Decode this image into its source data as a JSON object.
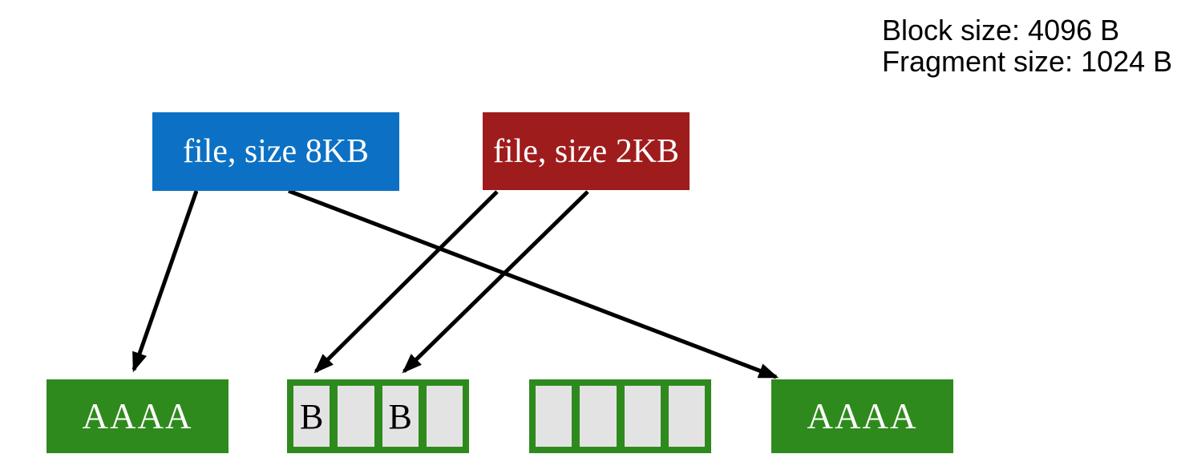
{
  "header": {
    "block_size_label": "Block size: 4096 B",
    "fragment_size_label": "Fragment size: 1024 B"
  },
  "files": [
    {
      "id": "file-a",
      "label": "file, size 8KB",
      "color": "#0c71c4"
    },
    {
      "id": "file-b",
      "label": "file, size 2KB",
      "color": "#9f1c1c"
    }
  ],
  "disk_blocks": [
    {
      "id": "block-1",
      "type": "full-block",
      "label": "AAAA"
    },
    {
      "id": "block-2",
      "type": "fragmented-block",
      "fragments": [
        "B",
        "",
        "B",
        ""
      ]
    },
    {
      "id": "block-3",
      "type": "fragmented-block",
      "fragments": [
        "",
        "",
        "",
        ""
      ]
    },
    {
      "id": "block-4",
      "type": "full-block",
      "label": "AAAA"
    }
  ],
  "arrows": [
    {
      "from": "file-a",
      "to": "block-1"
    },
    {
      "from": "file-a",
      "to": "block-4"
    },
    {
      "from": "file-b",
      "to": "block-2-fragment-1"
    },
    {
      "from": "file-b",
      "to": "block-2-fragment-3"
    }
  ],
  "colors": {
    "file_8kb": "#0c71c4",
    "file_2kb": "#9f1c1c",
    "allocated_green": "#2f8a1d",
    "fragment_gray": "#e3e3e3",
    "arrow": "#000000",
    "background": "#ffffff"
  }
}
